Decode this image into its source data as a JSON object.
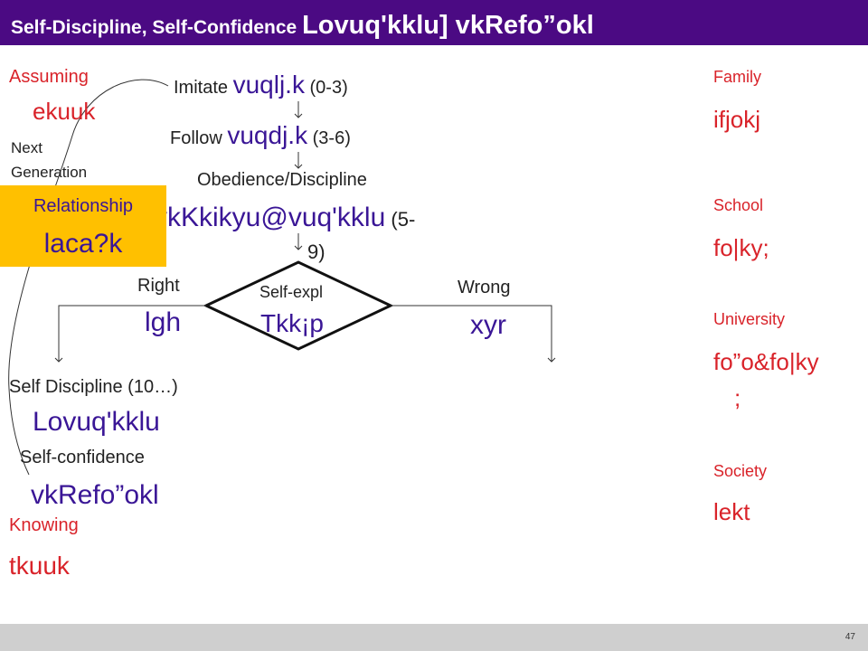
{
  "title": {
    "english": "Self-Discipline, Self-Confidence ",
    "hindi": "Lovuq'kklu] vkRefo”okl"
  },
  "left": {
    "assuming_en": "Assuming",
    "assuming_hi": "ekuuk",
    "next_generation_line1": "Next",
    "next_generation_line2": "Generation",
    "relationship_en": "Relationship",
    "relationship_hi": "laca?k",
    "knowing_en": "Knowing",
    "knowing_hi": "tkuuk"
  },
  "flow": {
    "imitate_en": "Imitate ",
    "imitate_hi": "vuqlj.k",
    "imitate_age": " (0-3)",
    "follow_en": "Follow ",
    "follow_hi": "vuqdj.k",
    "follow_age": " (3-6)",
    "obedience_en": "Obedience/Discipline",
    "obedience_hi": "vkKkikyu@vuq'kklu",
    "obedience_age_a": " (5-",
    "obedience_age_b": "9)",
    "decision_en": "Self-expl",
    "decision_hi": "Tkk¡p",
    "right_en": "Right",
    "right_hi": "lgh",
    "wrong_en": "Wrong",
    "wrong_hi": "xyr",
    "selfdisc_en": "Self Discipline (10…)",
    "selfdisc_hi": "Lovuq'kklu",
    "selfconf_en": "Self-confidence",
    "selfconf_hi": "vkRefo”okl"
  },
  "right_column": {
    "family_en": "Family",
    "family_hi": "ifjokj",
    "school_en": "School",
    "school_hi": "fo|ky;",
    "university_en": "University",
    "university_hi_a": "fo”o&fo|ky",
    "university_hi_b": ";",
    "society_en": "Society",
    "society_hi": "lekt"
  },
  "footer": {
    "slide_number": "47"
  },
  "colors": {
    "title_bg": "#4b0a83",
    "accent_red": "#d9232a",
    "hindi_purple": "#3a1696",
    "relationship_bg": "#ffc000",
    "footer_bg": "#cfcfcf"
  }
}
